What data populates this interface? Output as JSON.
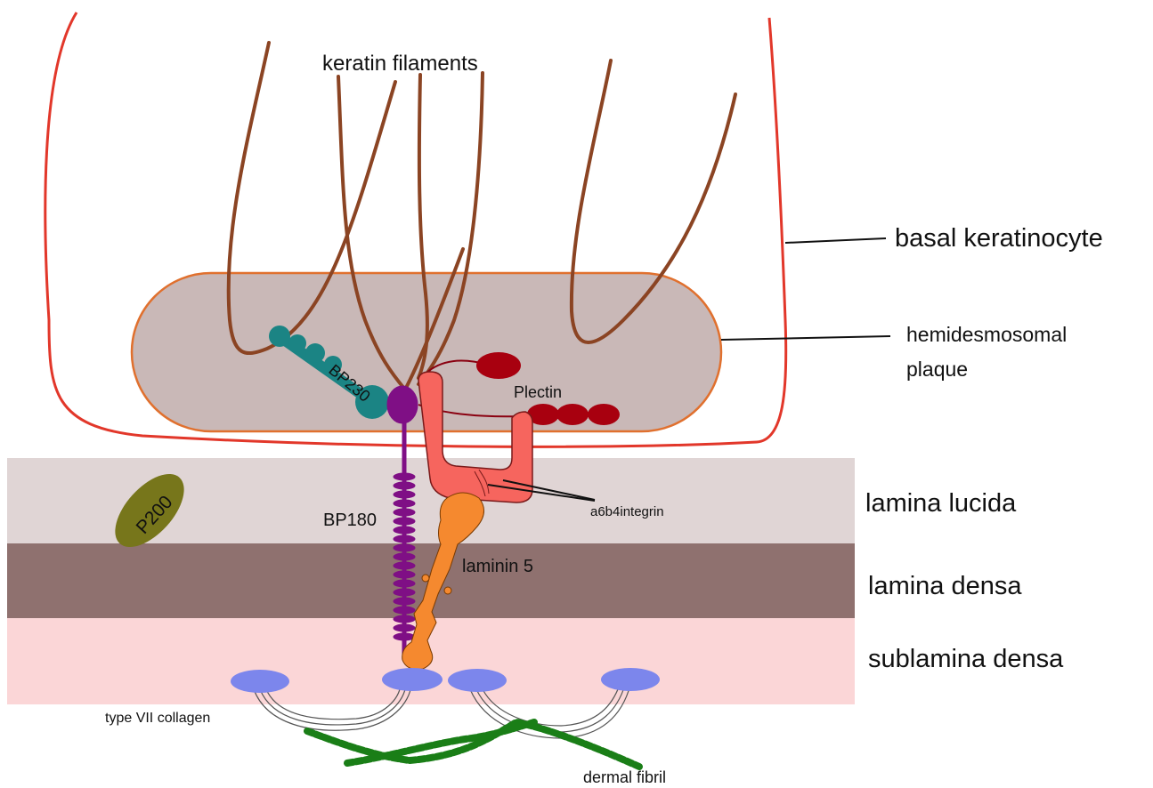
{
  "labels": {
    "keratin_filaments": "keratin filaments",
    "basal_keratinocyte": "basal keratinocyte",
    "hemidesmosomal_plaque_line1": "hemidesmosomal",
    "hemidesmosomal_plaque_line2": "plaque",
    "lamina_lucida": "lamina lucida",
    "lamina_densa": "lamina densa",
    "sublamina_densa": "sublamina densa",
    "bp230": "BP230",
    "plectin": "Plectin",
    "a6b4integrin": "a6b4integrin",
    "bp180": "BP180",
    "p200": "P200",
    "laminin5": "laminin 5",
    "type_vii_collagen": "type VII collagen",
    "dermal_fibril": "dermal fibril"
  },
  "colors": {
    "cell_membrane": "#e2372a",
    "keratin": "#8b4423",
    "plaque_fill": "#c9b8b7",
    "plaque_stroke": "#e0702e",
    "lamina_lucida": "#e0d5d5",
    "lamina_densa": "#8f716f",
    "sublamina_densa": "#fbd6d7",
    "bp230": "#1b8484",
    "plectin": "#a8000f",
    "integrin": "#f6655e",
    "bp180": "#7f0f85",
    "p200": "#77761b",
    "laminin5": "#f5892f",
    "collagen_anchor": "#7c86ec",
    "dermal_fibril": "#1a7e17"
  }
}
